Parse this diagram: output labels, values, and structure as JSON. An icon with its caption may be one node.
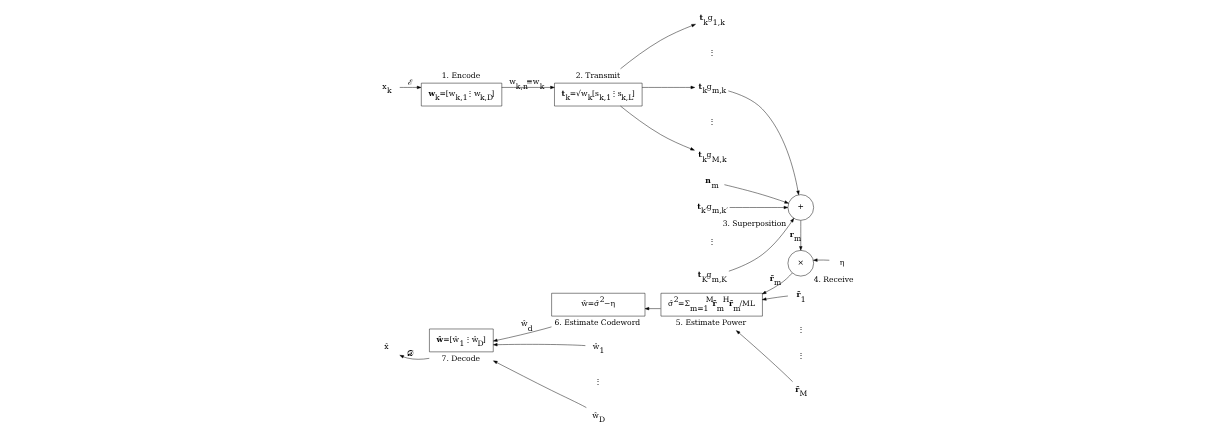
{
  "diagram": {
    "nodes": [
      {
        "text": [
          "x$_{k}$"
        ]
      },
      {
        "text": [
          "**w**$_{k}$=[w$_{k,1}$⋮w$_{k,D}$]"
        ],
        "beside": [
          "1. Encode"
        ]
      },
      {
        "text": [
          "**t**$_{k}$=√w$_{k}$[s$_{k,1}$⋮s$_{k,L}$]"
        ],
        "beside": [
          "2. Transmit"
        ]
      },
      {
        "text": [
          "**t**$_{k}$g$_{1,k}$"
        ]
      },
      {
        "text": [
          "**t**$_{k}$g$_{m,k}$"
        ]
      },
      {
        "text": [
          "**t**$_{k}$g$_{M,k}$"
        ]
      },
      {
        "text": [
          "+"
        ],
        "beside": [
          "3. Superposition"
        ]
      },
      {
        "text": [
          "**n**$_{m}$"
        ]
      },
      {
        "text": [
          "**t**$_{k′}$g$_{m,k′}$"
        ]
      },
      {
        "text": [
          "**t**$_{K}$g$_{m,K}$"
        ]
      },
      {
        "text": [
          "×"
        ],
        "beside": [
          "4. Receive"
        ]
      },
      {
        "text": [
          "η"
        ]
      },
      {
        "text": [
          "**r̃**$_{1}$"
        ]
      },
      {
        "text": [
          "**r̃**$_{M}$"
        ]
      },
      {
        "text": [
          "σ̂$^{2}$=Σ$_{m=1}$$^{M}$**r̃**$_{m}$$^{H}$**r̃**$_{m}$/ML"
        ],
        "beside": [
          "5. Estimate Power"
        ]
      },
      {
        "text": [
          "ŵ=σ̂$^{2}$−η"
        ],
        "beside": [
          "6. Estimate Codeword"
        ]
      },
      {
        "text": [
          "ŵ$_{1}$"
        ]
      },
      {
        "text": [
          "ŵ$_{D}$"
        ]
      },
      {
        "text": [
          "**ŵ**=[ŵ$_{1}$⋮ŵ$_{D}$]"
        ],
        "beside": [
          "7. Decode"
        ]
      },
      {
        "text": [
          "x̂"
        ]
      }
    ],
    "edges": [
      {
        "from": 0,
        "to": 1,
        "arrow": "to",
        "label": "ℰ"
      },
      {
        "from": 1,
        "to": 2,
        "arrow": "to",
        "label": "w$_{k,n}$≡w$_{k}$"
      },
      {
        "from": 2,
        "to": 3,
        "arrow": "to"
      },
      {
        "from": 2,
        "to": 4,
        "arrow": "to"
      },
      {
        "from": 2,
        "to": 5,
        "arrow": "to"
      },
      {
        "from": 4,
        "to": 6,
        "arrow": "to"
      },
      {
        "from": 7,
        "to": 6,
        "arrow": "to"
      },
      {
        "from": 8,
        "to": 6,
        "arrow": "to"
      },
      {
        "from": 9,
        "to": 6,
        "arrow": "to"
      },
      {
        "from": 6,
        "to": 10,
        "arrow": "to",
        "label": "**r**$_{m}$"
      },
      {
        "from": 11,
        "to": 10,
        "arrow": "to"
      },
      {
        "from": 10,
        "to": 14,
        "arrow": "to",
        "label": "**r̃**$_{m}$"
      },
      {
        "from": 12,
        "to": 14,
        "arrow": "to"
      },
      {
        "from": 13,
        "to": 14,
        "arrow": "to"
      },
      {
        "from": 14,
        "to": 15,
        "arrow": "to"
      },
      {
        "from": 15,
        "to": 18,
        "arrow": "to",
        "label": "ŵ$_{d}$"
      },
      {
        "from": 16,
        "to": 18,
        "arrow": "to"
      },
      {
        "from": 17,
        "to": 18,
        "arrow": "to"
      },
      {
        "from": 18,
        "to": 19,
        "arrow": "to",
        "label": "𝒟"
      }
    ],
    "labels": [
      "⋮",
      "⋮",
      "⋮",
      "⋮",
      "⋮",
      "⋮"
    ]
  }
}
